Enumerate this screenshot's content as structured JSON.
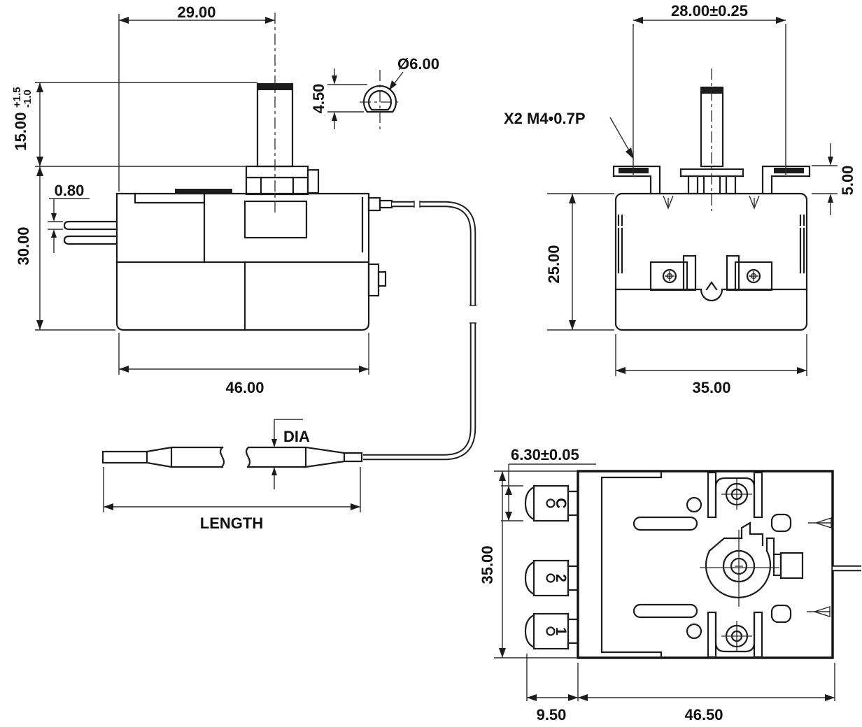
{
  "drawing": {
    "kind": "capillary-thermostat-technical-drawing",
    "views": {
      "side": {
        "dim_shaft_center_offset": "29.00",
        "dim_shaft_length": "15.00",
        "dim_shaft_length_tol_upper": "+1.5",
        "dim_shaft_length_tol_lower": "-1.0",
        "dim_terminal_thickness": "0.80",
        "dim_body_height": "30.00",
        "dim_body_width": "46.00"
      },
      "shaft_section": {
        "dim_diameter": "Ø6.00",
        "dim_flat_height": "4.50"
      },
      "front": {
        "dim_mount_spacing": "28.00±0.25",
        "callout_thread": "X2 M4•0.7P",
        "dim_bracket_height": "5.00",
        "dim_body_height": "25.00",
        "dim_body_width": "35.00"
      },
      "bulb": {
        "label_diameter": "DIA",
        "label_length": "LENGTH"
      },
      "bottom": {
        "dim_terminal_width": "6.30±0.05",
        "dim_body_height": "35.00",
        "dim_terminal_length": "9.50",
        "dim_body_width": "46.50",
        "terminals": [
          {
            "label": "C"
          },
          {
            "label": "2"
          },
          {
            "label": "1"
          }
        ]
      }
    }
  }
}
